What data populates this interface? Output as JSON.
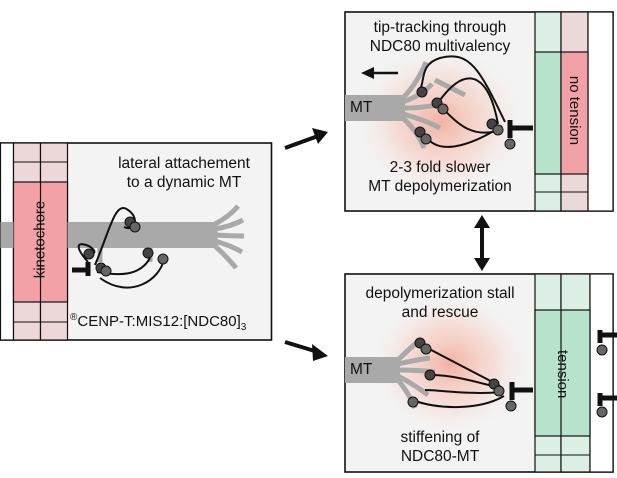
{
  "panels": {
    "left": {
      "title_line1": "lateral attachement",
      "title_line2": "to a dynamic MT",
      "kinetochore_label": "kinetochore",
      "complex_prefix": "®",
      "complex_label": "CENP-T:MIS12:[NDC80]",
      "complex_subscript": "3"
    },
    "top_right": {
      "title_line1": "tip-tracking through",
      "title_line2": "NDC80 multivalency",
      "mt_label": "MT",
      "bottom_line1": "2-3 fold slower",
      "bottom_line2": "MT depolymerization",
      "side_label": "no tension"
    },
    "bottom_right": {
      "title_line1": "depolymerization stall",
      "title_line2": "and rescue",
      "mt_label": "MT",
      "bottom_line1": "stiffening of",
      "bottom_line2": "NDC80-MT",
      "side_label": "tension"
    }
  },
  "colors": {
    "kinetochore_pink": "#f2a2a6",
    "pale_pink": "#ecd8d8",
    "tension_green": "#b7e2cc",
    "pale_green": "#dcefe4",
    "panel_bg": "#f3f3f3",
    "mt_gray": "#a9a9a9",
    "glow": "#f4a593"
  }
}
